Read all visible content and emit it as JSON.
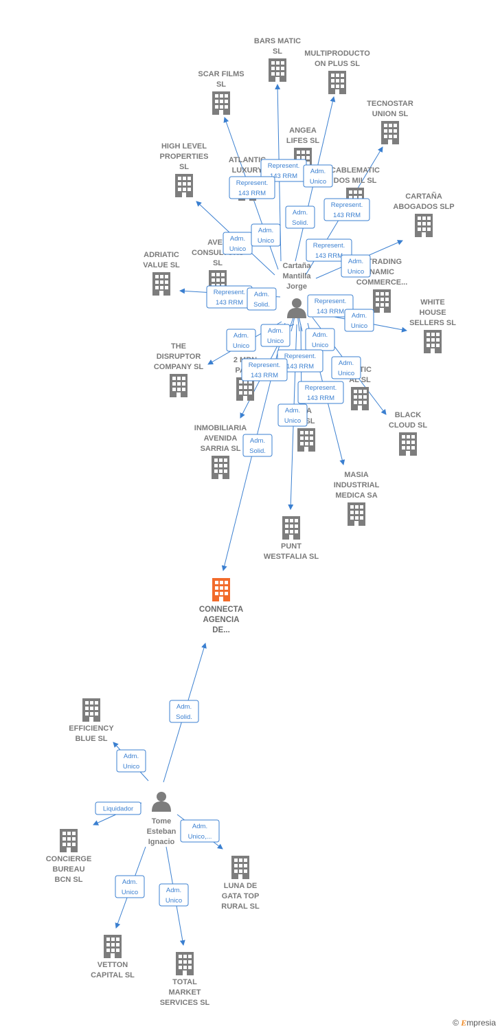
{
  "focus_company": {
    "lines": [
      "CONNECTA",
      "AGENCIA",
      "DE..."
    ]
  },
  "persons": [
    {
      "id": "p1",
      "lines": [
        "Cartaña",
        "Mantilla",
        "Jorge"
      ]
    },
    {
      "id": "p2",
      "lines": [
        "Tome",
        "Esteban",
        "Ignacio"
      ]
    }
  ],
  "companies": [
    {
      "id": "bars",
      "lines": [
        "BARS MATIC",
        "SL"
      ]
    },
    {
      "id": "multi",
      "lines": [
        "MULTIPRODUCTO",
        "ON PLUS  SL"
      ]
    },
    {
      "id": "scar",
      "lines": [
        "SCAR FILMS",
        "SL"
      ]
    },
    {
      "id": "tecno",
      "lines": [
        "TECNOSTAR",
        "UNION  SL"
      ]
    },
    {
      "id": "angea",
      "lines": [
        "ANGEA",
        "LIFES SL"
      ]
    },
    {
      "id": "high",
      "lines": [
        "HIGH LEVEL",
        "PROPERTIES",
        "SL"
      ]
    },
    {
      "id": "atlantic",
      "lines": [
        "ATLANTIC",
        "LUXURY"
      ]
    },
    {
      "id": "cable",
      "lines": [
        "CABLEMATIC",
        "DOS MIL SL"
      ]
    },
    {
      "id": "cartana",
      "lines": [
        "CARTAÑA",
        "ABOGADOS  SLP"
      ]
    },
    {
      "id": "aver",
      "lines": [
        "AVER",
        "CONSULTORS",
        "SL"
      ]
    },
    {
      "id": "adriatic",
      "lines": [
        "ADRIATIC",
        "VALUE  SL"
      ]
    },
    {
      "id": "smart",
      "lines": [
        "RTRADING",
        "NAMIC",
        "COMMERCE..."
      ]
    },
    {
      "id": "white",
      "lines": [
        "WHITE",
        "HOUSE",
        "SELLERS SL"
      ]
    },
    {
      "id": "disruptor",
      "lines": [
        "THE",
        "DISRUPTOR",
        "COMPANY  SL"
      ]
    },
    {
      "id": "mbn",
      "lines": [
        "2 MBN",
        "PAPE"
      ]
    },
    {
      "id": "matic",
      "lines": [
        "MATIC",
        "AL  SL"
      ]
    },
    {
      "id": "sarria",
      "lines": [
        "INMOBILIARIA",
        "AVENIDA",
        "SARRIA  SL"
      ]
    },
    {
      "id": "hidden",
      "lines": [
        "RA",
        "D  SL"
      ]
    },
    {
      "id": "black",
      "lines": [
        "BLACK",
        "CLOUD  SL"
      ]
    },
    {
      "id": "masia",
      "lines": [
        "MASIA",
        "INDUSTRIAL",
        "MEDICA SA"
      ]
    },
    {
      "id": "punt",
      "lines": [
        "PUNT",
        "WESTFALIA SL"
      ]
    },
    {
      "id": "eff",
      "lines": [
        "EFFICIENCY",
        "BLUE SL"
      ]
    },
    {
      "id": "concierge",
      "lines": [
        "CONCIERGE",
        "BUREAU",
        "BCN  SL"
      ]
    },
    {
      "id": "luna",
      "lines": [
        "LUNA DE",
        "GATA TOP",
        "RURAL  SL"
      ]
    },
    {
      "id": "vetton",
      "lines": [
        "VETTON",
        "CAPITAL  SL"
      ]
    },
    {
      "id": "total",
      "lines": [
        "TOTAL",
        "MARKET",
        "SERVICES SL"
      ]
    }
  ],
  "edge_labels": [
    {
      "id": "e_atl",
      "lines": [
        "Represent.",
        "143 RRM"
      ]
    },
    {
      "id": "e_angea",
      "lines": [
        "Adm.",
        "Unico"
      ]
    },
    {
      "id": "e_scar",
      "lines": [
        "Represent.",
        "143 RRM"
      ]
    },
    {
      "id": "e_bars",
      "lines": [
        "Adm.",
        "Solid."
      ]
    },
    {
      "id": "e_tecno",
      "lines": [
        "Represent.",
        "143 RRM"
      ]
    },
    {
      "id": "e_high",
      "lines": [
        "Adm.",
        "Unico"
      ]
    },
    {
      "id": "e_aver",
      "lines": [
        "Adm.",
        "Unico"
      ]
    },
    {
      "id": "e_multi",
      "lines": [
        "Represent.",
        "143 RRM"
      ]
    },
    {
      "id": "e_cartana",
      "lines": [
        "Adm.",
        "Unico"
      ]
    },
    {
      "id": "e_adriatic",
      "lines": [
        "Represent.",
        "143 RRM"
      ]
    },
    {
      "id": "e_adm_solid",
      "lines": [
        "Adm.",
        "Solid."
      ]
    },
    {
      "id": "e_smart",
      "lines": [
        "Represent.",
        "143 RRM"
      ]
    },
    {
      "id": "e_white",
      "lines": [
        "Adm.",
        "Unico"
      ]
    },
    {
      "id": "e_disruptor",
      "lines": [
        "Adm.",
        "Unico"
      ]
    },
    {
      "id": "e_mbn",
      "lines": [
        "Adm.",
        "Unico"
      ]
    },
    {
      "id": "e_mid",
      "lines": [
        "Adm.",
        "Unico"
      ]
    },
    {
      "id": "e_hidden",
      "lines": [
        "Represent.",
        "143 RRM"
      ]
    },
    {
      "id": "e_sarria",
      "lines": [
        "Represent.",
        "143 RRM"
      ]
    },
    {
      "id": "e_matic",
      "lines": [
        "Adm.",
        "Unico"
      ]
    },
    {
      "id": "e_masia",
      "lines": [
        "Represent.",
        "143 RRM"
      ]
    },
    {
      "id": "e_punt",
      "lines": [
        "Adm.",
        "Unico"
      ]
    },
    {
      "id": "e_connecta1",
      "lines": [
        "Adm.",
        "Solid."
      ]
    },
    {
      "id": "e_connecta2",
      "lines": [
        "Adm.",
        "Solid."
      ]
    },
    {
      "id": "e_eff",
      "lines": [
        "Adm.",
        "Unico"
      ]
    },
    {
      "id": "e_concierge",
      "lines": [
        "Liquidador"
      ]
    },
    {
      "id": "e_luna",
      "lines": [
        "Adm.",
        "Unico,..."
      ]
    },
    {
      "id": "e_vetton",
      "lines": [
        "Adm.",
        "Unico"
      ]
    },
    {
      "id": "e_total",
      "lines": [
        "Adm.",
        "Unico"
      ]
    }
  ],
  "colors": {
    "edge": "#3a7fd0",
    "building": "#7d7d7d",
    "focus": "#f26b2b",
    "person": "#7d7d7d"
  },
  "branding": {
    "copyright": "©",
    "name": "mpresia",
    "initial": "E"
  }
}
